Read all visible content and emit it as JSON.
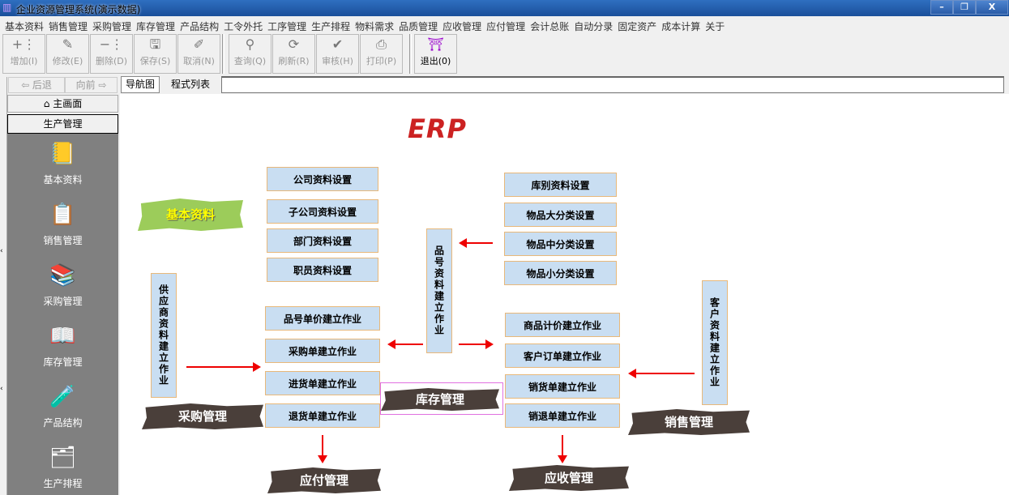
{
  "window": {
    "title": "企业资源管理系统(演示数据)",
    "minimize": "–",
    "restore": "❐",
    "close": "X"
  },
  "menu": [
    "基本资料",
    "销售管理",
    "采购管理",
    "库存管理",
    "产品结构",
    "工令外托",
    "工序管理",
    "生产排程",
    "物料需求",
    "品质管理",
    "应收管理",
    "应付管理",
    "会计总账",
    "自动分录",
    "固定资产",
    "成本计算",
    "关于"
  ],
  "toolbar": [
    {
      "label": "增加(I)",
      "icon": "add-icon",
      "glyph": "+⋮",
      "enabled": false
    },
    {
      "label": "修改(E)",
      "icon": "edit-icon",
      "glyph": "✎",
      "enabled": false
    },
    {
      "label": "删除(D)",
      "icon": "delete-icon",
      "glyph": "−⋮",
      "enabled": false
    },
    {
      "label": "保存(S)",
      "icon": "save-icon",
      "glyph": "🖫",
      "enabled": false
    },
    {
      "label": "取消(N)",
      "icon": "cancel-icon",
      "glyph": "✐",
      "enabled": false
    },
    {
      "label": "查询(Q)",
      "icon": "binoculars-icon",
      "glyph": "⚲",
      "enabled": false
    },
    {
      "label": "刷新(R)",
      "icon": "refresh-icon",
      "glyph": "⟳",
      "enabled": false
    },
    {
      "label": "审核(H)",
      "icon": "check-icon",
      "glyph": "✔",
      "enabled": false
    },
    {
      "label": "打印(P)",
      "icon": "print-icon",
      "glyph": "⎙",
      "enabled": false
    },
    {
      "label": "退出(0)",
      "icon": "exit-icon",
      "glyph": "⛩",
      "enabled": true
    }
  ],
  "nav": {
    "back": "⇦ 后退",
    "forward": "向前 ⇨",
    "tabs": [
      "导航图",
      "程式列表"
    ],
    "address": ""
  },
  "sidebar": {
    "home": "主画面",
    "group": "生产管理",
    "items": [
      {
        "label": "基本资料",
        "glyph": "📒"
      },
      {
        "label": "销售管理",
        "glyph": "📋"
      },
      {
        "label": "采购管理",
        "glyph": "📚"
      },
      {
        "label": "库存管理",
        "glyph": "📖"
      },
      {
        "label": "产品结构",
        "glyph": "🧪"
      },
      {
        "label": "生产排程",
        "glyph": "🗂"
      }
    ]
  },
  "diagram": {
    "logo": "ERP",
    "boxes": {
      "company": "公司资料设置",
      "subcompany": "子公司资料设置",
      "department": "部门资料设置",
      "employee": "职员资料设置",
      "warehouse": "库别资料设置",
      "cat_large": "物品大分类设置",
      "cat_mid": "物品中分类设置",
      "cat_small": "物品小分类设置",
      "item": "品号资料建立作业",
      "supplier": "供应商资料建立作业",
      "customer": "客户资料建立作业",
      "item_price": "品号单价建立作业",
      "purchase_order": "采购单建立作业",
      "receipt": "进货单建立作业",
      "purchase_return": "退货单建立作业",
      "product_price": "商品计价建立作业",
      "customer_order": "客户订单建立作业",
      "sales": "销货单建立作业",
      "sales_return": "销退单建立作业"
    },
    "banners": {
      "basic": "基本资料",
      "purchase": "采购管理",
      "inventory": "库存管理",
      "sales": "销售管理",
      "payable": "应付管理",
      "receivable": "应收管理"
    },
    "colors": {
      "box": "#c9def2",
      "arrow": "#e00000",
      "logo": "#cc2222"
    }
  }
}
